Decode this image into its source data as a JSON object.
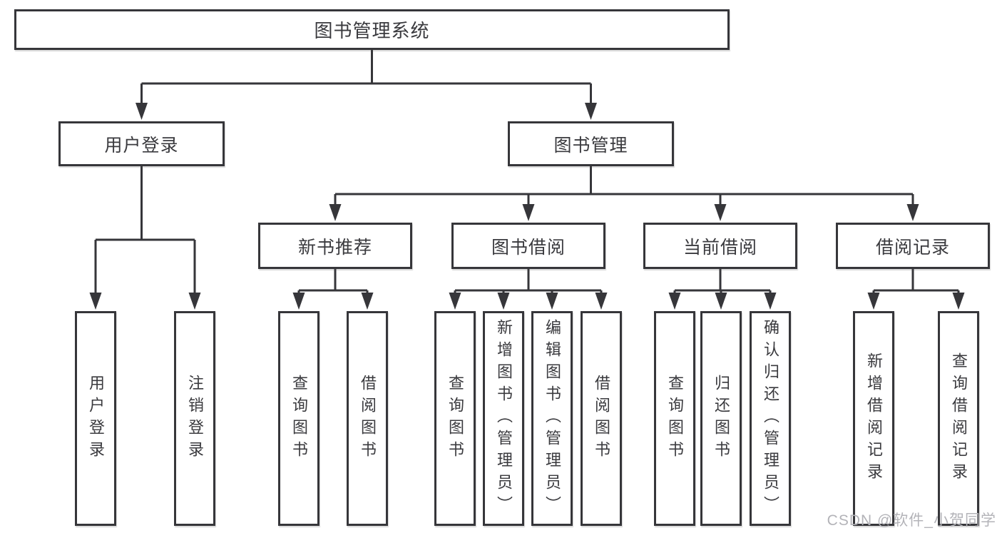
{
  "diagram": {
    "title_node": "图书管理系统",
    "root": {
      "label": "图书管理系统"
    },
    "branches": [
      {
        "label": "用户登录",
        "children": [
          {
            "label": "用户登录"
          },
          {
            "label": "注销登录"
          }
        ]
      },
      {
        "label": "图书管理",
        "sections": [
          {
            "label": "新书推荐",
            "children": [
              {
                "label": "查询图书"
              },
              {
                "label": "借阅图书"
              }
            ]
          },
          {
            "label": "图书借阅",
            "children": [
              {
                "label": "查询图书"
              },
              {
                "label": "新增图书（管理员）"
              },
              {
                "label": "编辑图书（管理员）"
              },
              {
                "label": "借阅图书"
              }
            ]
          },
          {
            "label": "当前借阅",
            "children": [
              {
                "label": "查询图书"
              },
              {
                "label": "归还图书"
              },
              {
                "label": "确认归还（管理员）"
              }
            ]
          },
          {
            "label": "借阅记录",
            "children": [
              {
                "label": "新增借阅记录"
              },
              {
                "label": "查询借阅记录"
              }
            ]
          }
        ]
      }
    ]
  },
  "watermark": {
    "text": "CSDN @软件_小贺同学"
  },
  "colors": {
    "line": "#36363a",
    "box_border": "#36363a",
    "text": "#3a3a3e",
    "watermark": "#b3b3b8",
    "background": "#ffffff"
  }
}
